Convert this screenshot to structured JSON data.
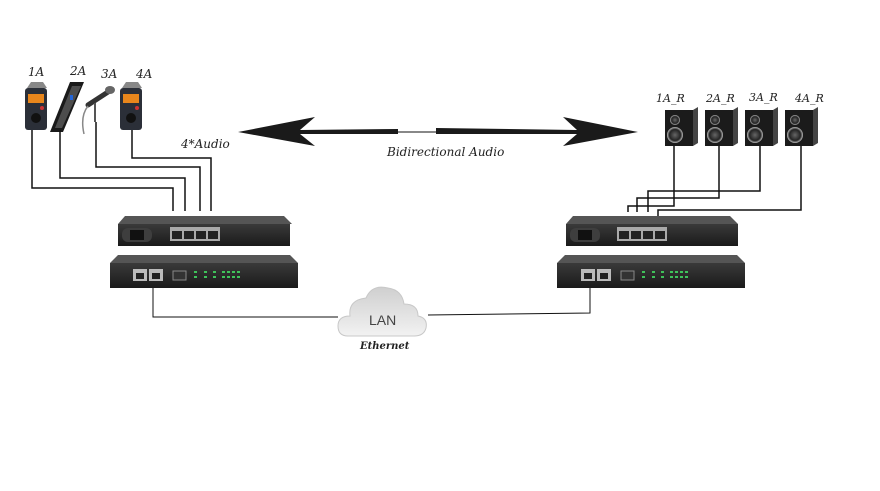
{
  "diagram": {
    "title": "Bidirectional Audio over LAN",
    "sources": [
      {
        "label": "1A",
        "device": "handheld-recorder"
      },
      {
        "label": "2A",
        "device": "keyboard"
      },
      {
        "label": "3A",
        "device": "microphone"
      },
      {
        "label": "4A",
        "device": "handheld-recorder"
      }
    ],
    "receivers": [
      {
        "label": "1A_R",
        "device": "speaker"
      },
      {
        "label": "2A_R",
        "device": "speaker"
      },
      {
        "label": "3A_R",
        "device": "speaker"
      },
      {
        "label": "4A_R",
        "device": "speaker"
      }
    ],
    "audio_bundle_label": "4*Audio",
    "arrow_label": "Bidirectional Audio",
    "network": {
      "cloud_label": "LAN",
      "link_label": "Ethernet"
    },
    "colors": {
      "line": "#111111",
      "device_body": "#1e1e1e",
      "led": "#3fc25a",
      "cloud": "#d8d8d8"
    }
  }
}
